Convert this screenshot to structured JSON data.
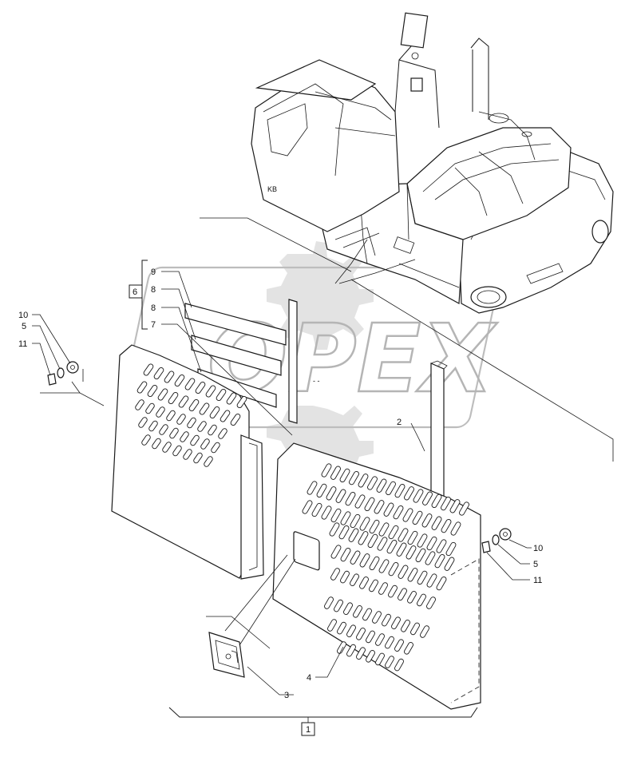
{
  "diagram": {
    "watermark": "OPEX",
    "callouts": [
      {
        "id": "c10l",
        "label": "10"
      },
      {
        "id": "c5l",
        "label": "5"
      },
      {
        "id": "c11l",
        "label": "11"
      },
      {
        "id": "c9",
        "label": "9"
      },
      {
        "id": "c8a",
        "label": "8"
      },
      {
        "id": "c8b",
        "label": "8"
      },
      {
        "id": "c7",
        "label": "7"
      },
      {
        "id": "c2",
        "label": "2"
      },
      {
        "id": "c10r",
        "label": "10"
      },
      {
        "id": "c5r",
        "label": "5"
      },
      {
        "id": "c11r",
        "label": "11"
      },
      {
        "id": "c4",
        "label": "4"
      },
      {
        "id": "c3",
        "label": "3"
      }
    ],
    "group_boxes": [
      {
        "id": "g6",
        "label": "6"
      },
      {
        "id": "g1",
        "label": "1"
      }
    ]
  }
}
